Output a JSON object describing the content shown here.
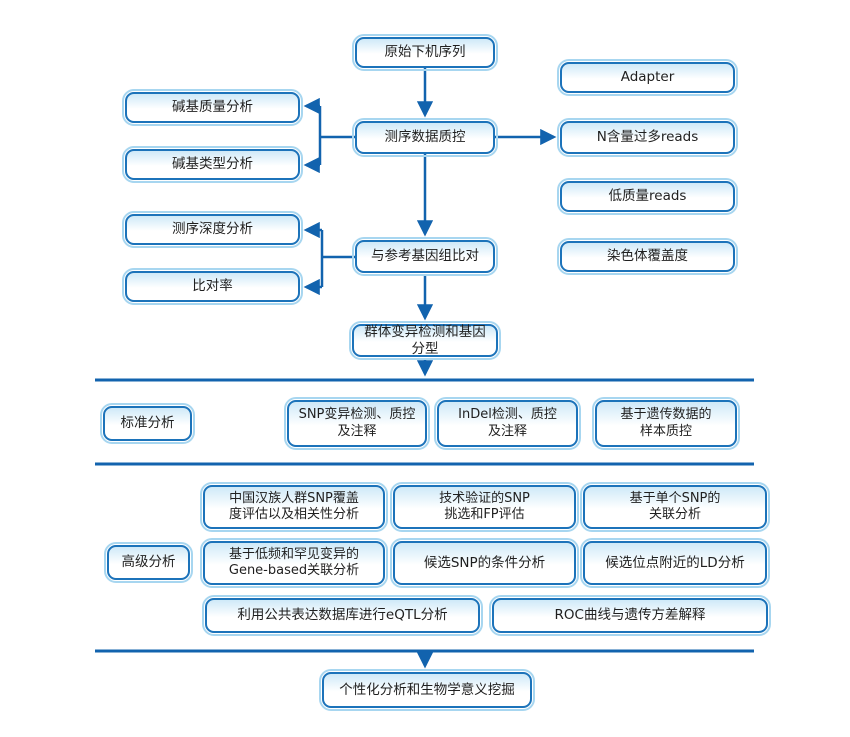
{
  "colors": {
    "box_border": "#1c73ba",
    "box_outer_ring": "#a7d6f0",
    "box_fill_top": "#cfe9f8",
    "connector": "#1263ae",
    "divider": "#1263ae",
    "text": "#1f1f1f"
  },
  "nodes": {
    "raw_sequence": "原始下机序列",
    "data_qc": "测序数据质控",
    "base_quality": "碱基质量分析",
    "base_type": "碱基类型分析",
    "adapter": "Adapter",
    "n_rich_reads": "N含量过多reads",
    "low_quality_reads": "低质量reads",
    "chromosome_coverage": "染色体覆盖度",
    "align_reference": "与参考基因组比对",
    "depth_analysis": "测序深度分析",
    "alignment_rate": "比对率",
    "variant_genotyping": "群体变异检测和基因分型",
    "personalized": "个性化分析和生物学意义挖掘"
  },
  "standard_section": {
    "label": "标准分析",
    "items": {
      "snp": "SNP变异检测、质控\n及注释",
      "indel": "InDel检测、质控\n及注释",
      "genetic_qc": "基于遗传数据的\n样本质控"
    }
  },
  "advanced_section": {
    "label": "高级分析",
    "items": {
      "han_snp_coverage": "中国汉族人群SNP覆盖\n度评估以及相关性分析",
      "tech_validated_snp": "技术验证的SNP\n挑选和FP评估",
      "single_snp_association": "基于单个SNP的\n关联分析",
      "gene_based_association": "基于低频和罕见变异的\nGene-based关联分析",
      "conditional_analysis": "候选SNP的条件分析",
      "ld_analysis": "候选位点附近的LD分析",
      "eqtl_analysis": "利用公共表达数据库进行eQTL分析",
      "roc_curve": "ROC曲线与遗传方差解释"
    }
  }
}
